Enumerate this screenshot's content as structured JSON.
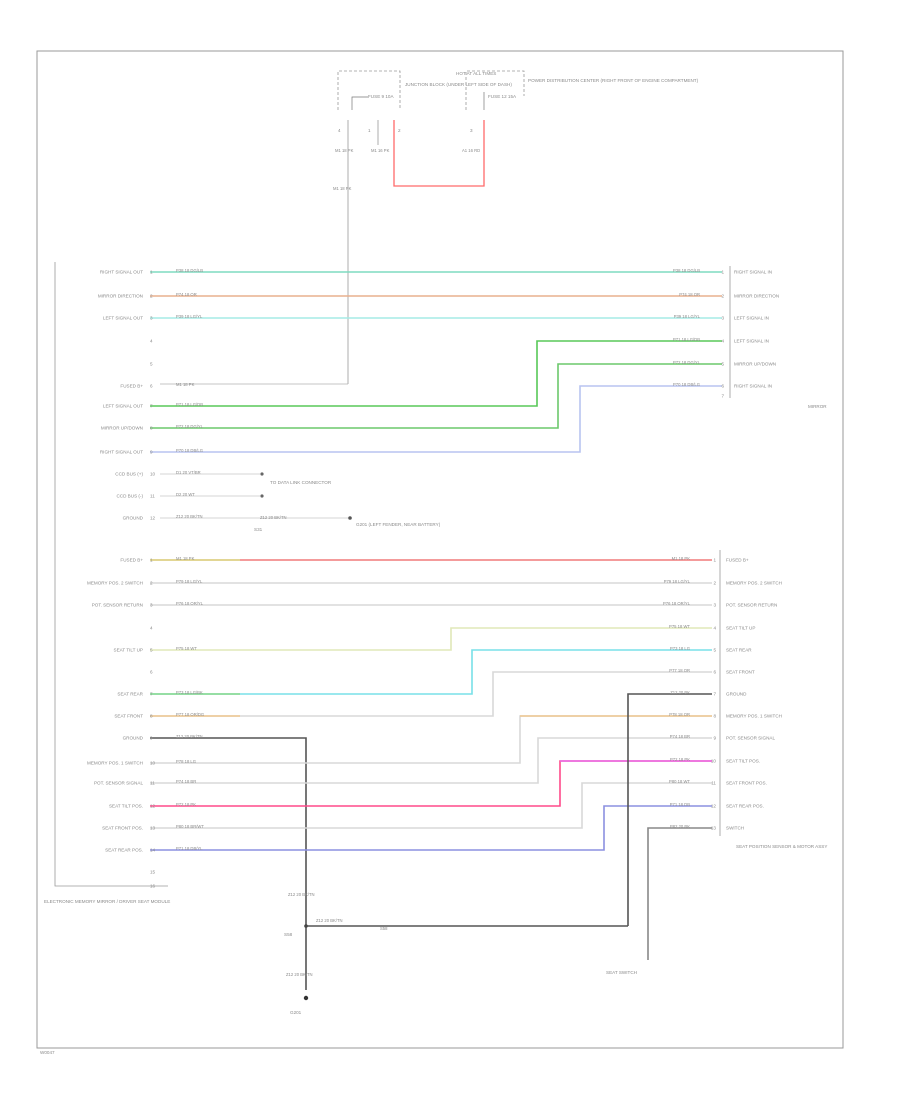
{
  "footer": {
    "code": "W0047"
  },
  "top_block": {
    "fuse_box_title": "HOT AT ALL TIMES",
    "fuse_a_label": "FUSE 9 10A",
    "fuse_b_label": "FUSE 12 15A",
    "fuse_a_desc": "JUNCTION BLOCK (UNDER LEFT SIDE OF DASH)",
    "fuse_b_desc": "POWER DISTRIBUTION CENTER (RIGHT FRONT OF ENGINE COMPARTMENT)",
    "wire_a": "M1 18 PK",
    "wire_b": "M1 16 PK",
    "wire_c": "A1 16 RD",
    "wire_d": "M1 18 PK"
  },
  "left_module": {
    "caption": "ELECTRONIC MEMORY MIRROR / DRIVER SEAT MODULE",
    "pins_upper": [
      {
        "pin": "1",
        "func": "RIGHT SIGNAL OUT",
        "wire": "P38 18 DG/LB"
      },
      {
        "pin": "2",
        "func": "MIRROR DIRECTION",
        "wire": "P74 18 OR"
      },
      {
        "pin": "3",
        "func": "LEFT SIGNAL OUT",
        "wire": "P39 18 LG/YL"
      },
      {
        "pin": "4",
        "func": "",
        "wire": ""
      },
      {
        "pin": "5",
        "func": "",
        "wire": ""
      },
      {
        "pin": "6",
        "func": "FUSED B+",
        "wire": "M1 18 PK"
      },
      {
        "pin": "7",
        "func": "LEFT SIGNAL OUT",
        "wire": "P71 18 LG/DB"
      },
      {
        "pin": "8",
        "func": "MIRROR UP/DOWN",
        "wire": "P72 18 DG/YL"
      },
      {
        "pin": "9",
        "func": "RIGHT SIGNAL OUT",
        "wire": "P70 18 DB/LG"
      },
      {
        "pin": "10",
        "func": "CCD BUS (+)",
        "wire": "D1 20 VT/BR"
      },
      {
        "pin": "11",
        "func": "CCD BUS (-)",
        "wire": "D2 20 WT"
      },
      {
        "pin": "12",
        "func": "GROUND",
        "wire": "Z12 20 BK/TN"
      }
    ],
    "pins_lower": [
      {
        "pin": "1",
        "func": "FUSED B+",
        "wire": "M1 18 PK"
      },
      {
        "pin": "2",
        "func": "MEMORY POS. 2 SWITCH",
        "wire": "P79 18 LG/YL"
      },
      {
        "pin": "3",
        "func": "POT. SENSOR RETURN",
        "wire": "P76 18 OR/YL"
      },
      {
        "pin": "4",
        "func": "",
        "wire": ""
      },
      {
        "pin": "5",
        "func": "SEAT TILT UP",
        "wire": "P75 18 WT"
      },
      {
        "pin": "6",
        "func": "",
        "wire": ""
      },
      {
        "pin": "7",
        "func": "SEAT REAR",
        "wire": "P73 18 LG/BK"
      },
      {
        "pin": "8",
        "func": "SEAT FRONT",
        "wire": "P77 18 OR/DG"
      },
      {
        "pin": "9",
        "func": "GROUND",
        "wire": "Z12 20 BK/TN"
      },
      {
        "pin": "10",
        "func": "MEMORY POS. 1 SWITCH",
        "wire": "P78 18 LG"
      },
      {
        "pin": "11",
        "func": "POT. SENSOR SIGNAL",
        "wire": "P74 18 BR"
      },
      {
        "pin": "12",
        "func": "SEAT TILT POS.",
        "wire": "P72 18 PK"
      },
      {
        "pin": "13",
        "func": "SEAT FRONT POS.",
        "wire": "P80 18 BR/WT"
      },
      {
        "pin": "14",
        "func": "SEAT REAR POS.",
        "wire": "P71 18 DB/YL"
      },
      {
        "pin": "15",
        "func": "",
        "wire": ""
      },
      {
        "pin": "16",
        "func": "",
        "wire": ""
      }
    ]
  },
  "right_upper": {
    "caption": "MIRROR",
    "pins": [
      {
        "pin": "1",
        "func": "RIGHT SIGNAL IN",
        "wire": "P38 18 DG/LB"
      },
      {
        "pin": "2",
        "func": "MIRROR DIRECTION",
        "wire": "P74 18 OR"
      },
      {
        "pin": "3",
        "func": "LEFT SIGNAL IN",
        "wire": "P39 18 LG/YL"
      },
      {
        "pin": "4",
        "func": "LEFT SIGNAL IN",
        "wire": "P71 18 LG/DB"
      },
      {
        "pin": "5",
        "func": "MIRROR UP/DOWN",
        "wire": "P72 18 DG/YL"
      },
      {
        "pin": "6",
        "func": "RIGHT SIGNAL IN",
        "wire": "P70 18 DB/LG"
      },
      {
        "pin": "7",
        "func": "",
        "wire": ""
      }
    ]
  },
  "right_lower": {
    "caption": "SEAT POSITION SENSOR & MOTOR ASSY",
    "pins": [
      {
        "pin": "1",
        "func": "FUSED B+",
        "wire": "M1 18 PK"
      },
      {
        "pin": "2",
        "func": "MEMORY POS. 2 SWITCH",
        "wire": "P79 18 LG/YL"
      },
      {
        "pin": "3",
        "func": "POT. SENSOR RETURN",
        "wire": "P76 18 OR/YL"
      },
      {
        "pin": "4",
        "func": "SEAT TILT UP",
        "wire": "P75 18 WT"
      },
      {
        "pin": "5",
        "func": "SEAT REAR",
        "wire": "P73 18 LG"
      },
      {
        "pin": "6",
        "func": "SEAT FRONT",
        "wire": "P77 18 OR"
      },
      {
        "pin": "7",
        "func": "GROUND",
        "wire": "Z12 20 BK"
      },
      {
        "pin": "8",
        "func": "MEMORY POS. 1 SWITCH",
        "wire": "P78 18 OR"
      },
      {
        "pin": "9",
        "func": "POT. SENSOR SIGNAL",
        "wire": "P74 18 BR"
      },
      {
        "pin": "10",
        "func": "SEAT TILT POS.",
        "wire": "P72 18 PK"
      },
      {
        "pin": "11",
        "func": "SEAT FRONT POS.",
        "wire": "P80 18 WT"
      },
      {
        "pin": "12",
        "func": "SEAT REAR POS.",
        "wire": "P71 18 DB"
      },
      {
        "pin": "13",
        "func": "SWITCH",
        "wire": "P82 20 BK"
      }
    ]
  },
  "notes": {
    "ccd_dest": "TO DATA LINK CONNECTOR",
    "ground_dest": "G201 (LEFT FENDER, NEAR BATTERY)",
    "splice_1": "S31",
    "splice_2": "S58",
    "ground_wire_1": "Z12 20 BK/TN",
    "ground_wire_2": "Z12 20 BK/TN",
    "ground_wire_3": "Z12 20 BK/TN",
    "ground_wire_4": "Z12 20 BK/TN",
    "ground_lbl": "G201",
    "s58_lbl": "S58",
    "switch_lbl": "SEAT SWITCH",
    "splice_wire": "Z12 20 BK/TN",
    "splice_wire_b": "S58"
  },
  "colors": {
    "frame": "#9a9a9a",
    "dg_lb": "#7fdcc0",
    "or": "#e9b08e",
    "lg_yl": "#a6ece6",
    "lg_db": "#58c858",
    "dg_yl": "#6cc86c",
    "db_lg": "#b8c4f0",
    "pk": "#f08a9a",
    "lg": "#a8e8ec",
    "br": "#d8d8d8",
    "pk2": "#ff4a8a",
    "magenta": "#e86ae8",
    "db": "#8c90e0",
    "blk": "#444444",
    "gray": "#c8c8c8",
    "red": "#ff6a6a"
  }
}
